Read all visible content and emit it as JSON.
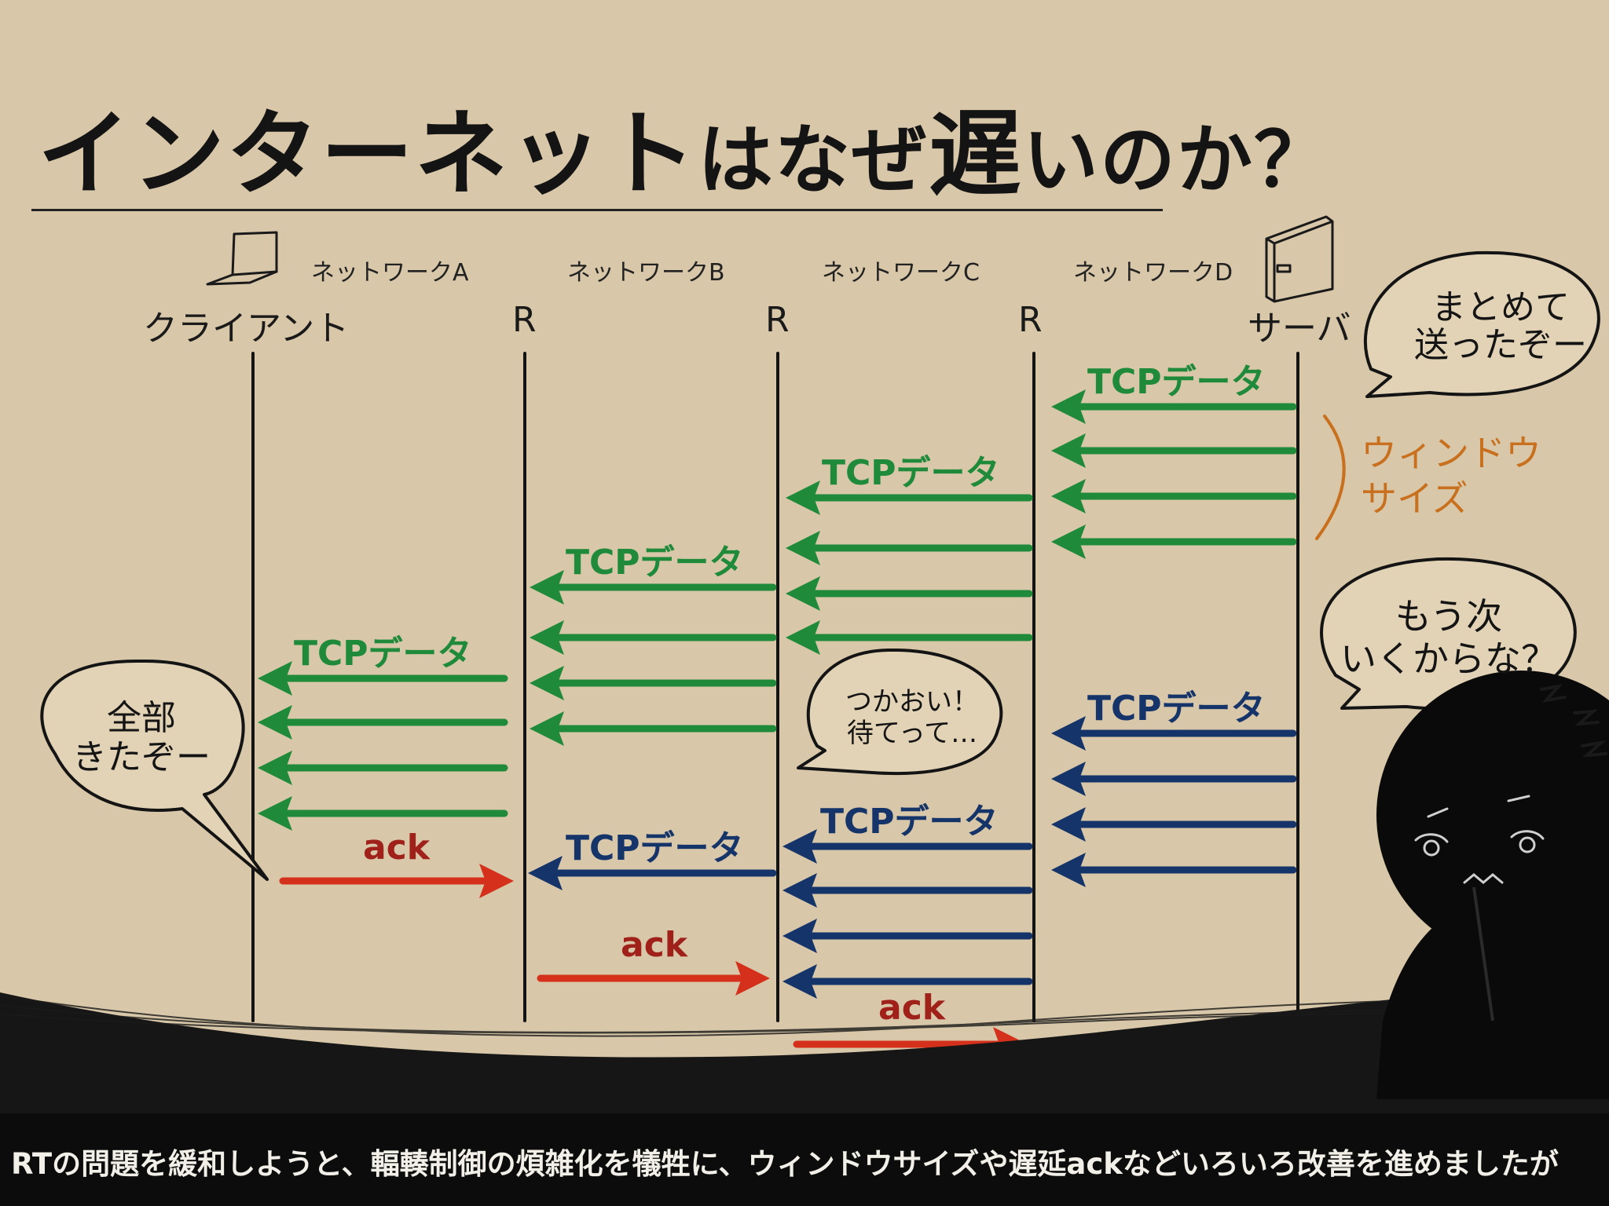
{
  "title": {
    "main": "インターネット",
    "small1": "はなぜ",
    "mid": "遅",
    "small2": "いのか？"
  },
  "networks": [
    "ネットワークA",
    "ネットワークB",
    "ネットワークC",
    "ネットワークD"
  ],
  "nodes": {
    "client": "クライアント",
    "router": "R",
    "server": "サーバ"
  },
  "flow": {
    "tcp": "TCPデータ",
    "ack": "ack"
  },
  "window_label": [
    "ウィンドウ",
    "サイズ"
  ],
  "bubbles": {
    "server": [
      "まとめて",
      "送ったぞー"
    ],
    "next": [
      "もう次",
      "いくからな？"
    ],
    "client": [
      "全部",
      "きたぞー"
    ],
    "router": [
      "つかおい！",
      "待てって…"
    ]
  },
  "caption": "RTの問題を緩和しようと、輻輳制御の煩雑化を犠牲に、ウィンドウサイズや遅延ackなどいろいろ改善を進めましたが",
  "colors": {
    "green": "#1e8a3a",
    "blue": "#15346a",
    "red": "#d4301c",
    "orange": "#c8701e"
  },
  "icons": {
    "client": "laptop-icon",
    "server": "server-icon"
  }
}
